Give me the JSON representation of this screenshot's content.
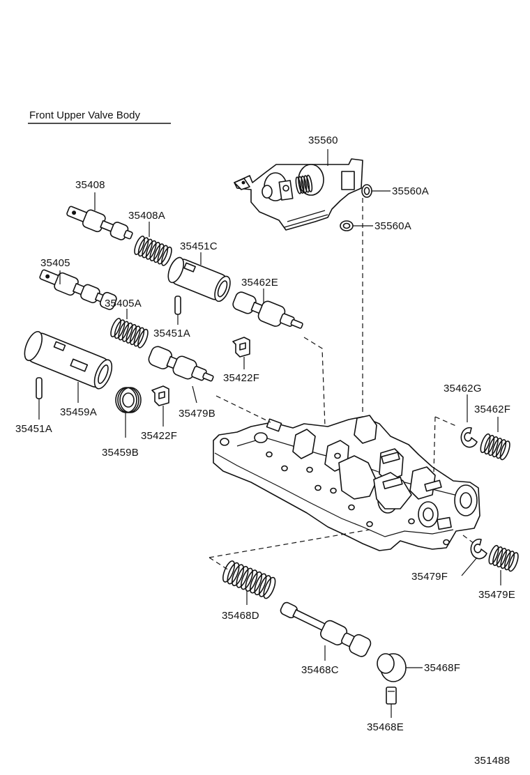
{
  "title": "Front Upper Valve Body",
  "figure_number": "351488",
  "labels": {
    "l35560": "35560",
    "l35560A_1": "35560A",
    "l35560A_2": "35560A",
    "l35408": "35408",
    "l35408A": "35408A",
    "l35451C": "35451C",
    "l35405": "35405",
    "l35405A": "35405A",
    "l35451A_1": "35451A",
    "l35462E": "35462E",
    "l35422F_1": "35422F",
    "l35459A": "35459A",
    "l35479B": "35479B",
    "l35451A_2": "35451A",
    "l35422F_2": "35422F",
    "l35459B": "35459B",
    "l35462G": "35462G",
    "l35462F": "35462F",
    "l35479F": "35479F",
    "l35479E": "35479E",
    "l35468D": "35468D",
    "l35468C": "35468C",
    "l35468F": "35468F",
    "l35468E": "35468E"
  }
}
